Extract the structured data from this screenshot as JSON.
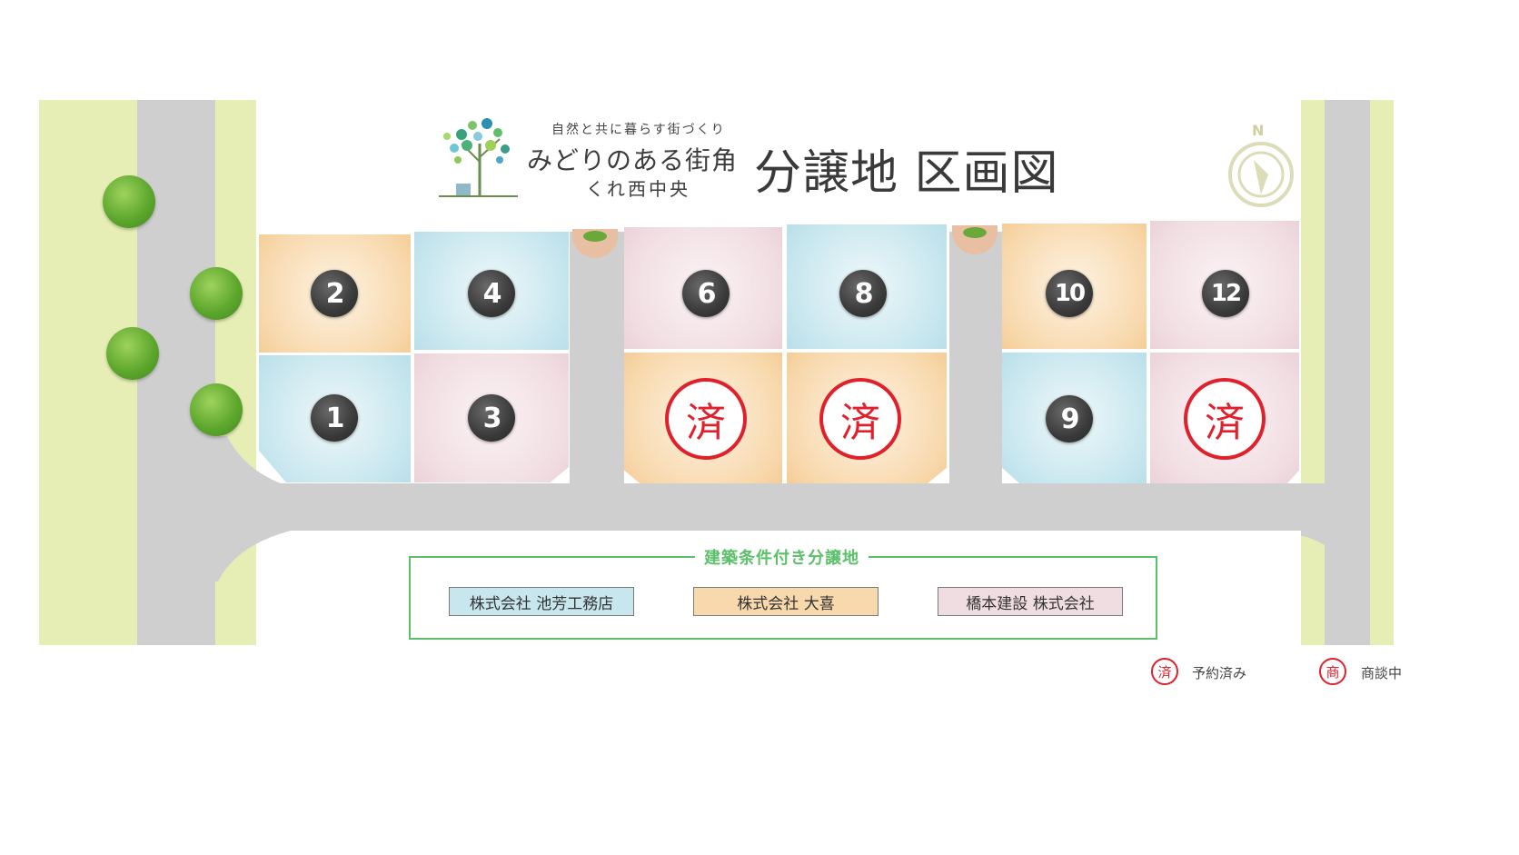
{
  "header": {
    "tagline": "自然と共に暮らす街づくり",
    "brand_name": "みどりのある街角",
    "brand_sub": "くれ西中央",
    "title": "分譲地 区画図"
  },
  "compass": {
    "north_label": "N"
  },
  "lots": [
    {
      "id": "lot-1",
      "number": "1",
      "builder_color": "blue",
      "status": ""
    },
    {
      "id": "lot-2",
      "number": "2",
      "builder_color": "orange",
      "status": ""
    },
    {
      "id": "lot-3",
      "number": "3",
      "builder_color": "pink",
      "status": ""
    },
    {
      "id": "lot-4",
      "number": "4",
      "builder_color": "blue",
      "status": ""
    },
    {
      "id": "lot-5",
      "number": "",
      "builder_color": "orange",
      "status": "済"
    },
    {
      "id": "lot-6",
      "number": "6",
      "builder_color": "pink",
      "status": ""
    },
    {
      "id": "lot-7",
      "number": "",
      "builder_color": "orange",
      "status": "済"
    },
    {
      "id": "lot-8",
      "number": "8",
      "builder_color": "blue",
      "status": ""
    },
    {
      "id": "lot-9",
      "number": "9",
      "builder_color": "blue",
      "status": ""
    },
    {
      "id": "lot-10",
      "number": "10",
      "builder_color": "orange",
      "status": ""
    },
    {
      "id": "lot-11",
      "number": "",
      "builder_color": "pink",
      "status": "済"
    },
    {
      "id": "lot-12",
      "number": "12",
      "builder_color": "pink",
      "status": ""
    }
  ],
  "legend": {
    "title": "建築条件付き分譲地",
    "builders": [
      {
        "name": "株式会社 池芳工務店",
        "color": "#c7e6ee"
      },
      {
        "name": "株式会社 大喜",
        "color": "#f8d9ae"
      },
      {
        "name": "橋本建設 株式会社",
        "color": "#f0dde2"
      }
    ]
  },
  "status_legend": {
    "reserved_symbol": "済",
    "reserved_label": "予約済み",
    "negotiating_symbol": "商",
    "negotiating_label": "商談中"
  },
  "colors": {
    "green_strip": "#e6eeb5",
    "road": "#cfcfcf",
    "stamp_red": "#e0202b",
    "legend_green": "#5cbf6a"
  }
}
